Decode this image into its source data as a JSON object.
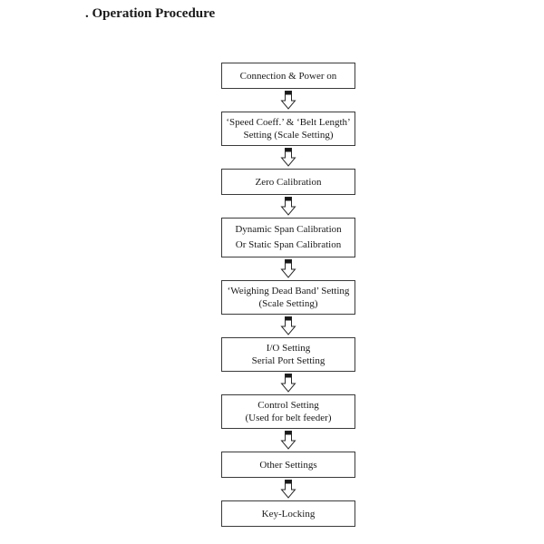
{
  "title": ". Operation Procedure",
  "flowchart": {
    "connector_icon": "down-block-arrow",
    "nodes": [
      {
        "id": "connection-power-on",
        "lines": [
          "Connection & Power on"
        ]
      },
      {
        "id": "speed-coeff-belt-length",
        "lines": [
          "‘Speed Coeff.’ & ‘Belt Length’",
          "Setting (Scale Setting)"
        ]
      },
      {
        "id": "zero-calibration",
        "lines": [
          "Zero Calibration"
        ]
      },
      {
        "id": "span-calibration",
        "lines": [
          "Dynamic Span Calibration",
          "Or Static Span Calibration"
        ],
        "tall": true
      },
      {
        "id": "weighing-dead-band",
        "lines": [
          "‘Weighing Dead Band’ Setting",
          "(Scale Setting)"
        ]
      },
      {
        "id": "io-serial-port-setting",
        "lines": [
          "I/O Setting",
          "Serial Port Setting"
        ]
      },
      {
        "id": "control-setting",
        "lines": [
          "Control Setting",
          "(Used for belt feeder)"
        ]
      },
      {
        "id": "other-settings",
        "lines": [
          "Other Settings"
        ]
      },
      {
        "id": "key-locking",
        "lines": [
          "Key-Locking"
        ]
      }
    ]
  },
  "colors": {
    "background": "#ffffff",
    "box_border": "#3a3a3a",
    "text": "#1a1a1a",
    "arrow_fill": "#ffffff",
    "arrow_outline": "#2a2a2a",
    "arrow_cap": "#1a1a1a"
  }
}
